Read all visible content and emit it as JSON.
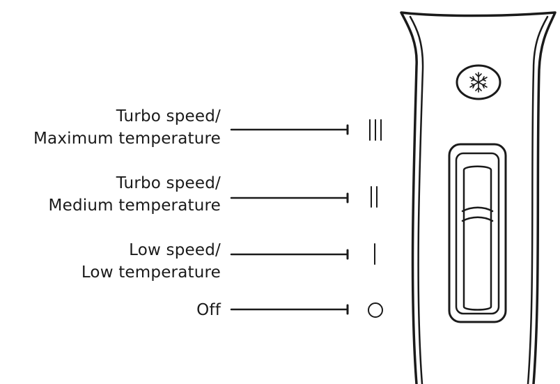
{
  "settings": [
    {
      "line1": "Turbo speed/",
      "line2": "Maximum temperature",
      "symbol": "III"
    },
    {
      "line1": "Turbo speed/",
      "line2": "Medium temperature",
      "symbol": "II"
    },
    {
      "line1": "Low speed/",
      "line2": "Low temperature",
      "symbol": "I"
    },
    {
      "line1": "Off",
      "line2": "",
      "symbol": "O"
    }
  ],
  "icons": {
    "cool_button": "snowflake-icon",
    "switch": "slider-switch"
  },
  "colors": {
    "stroke": "#1a1a1a",
    "background": "#ffffff"
  }
}
